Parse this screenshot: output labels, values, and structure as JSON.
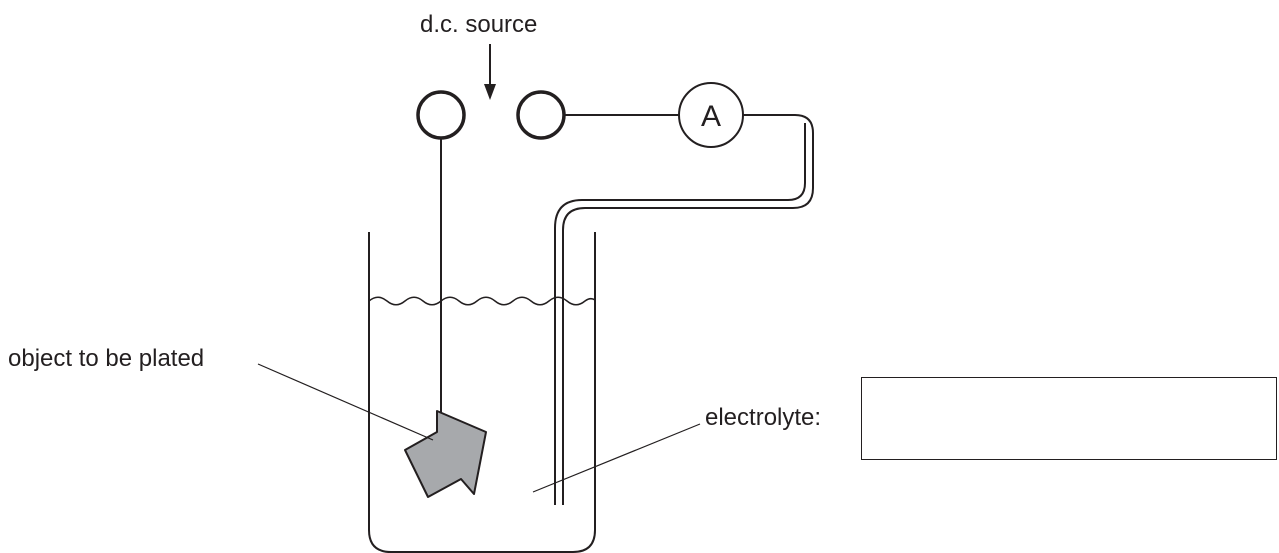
{
  "labels": {
    "dc_source": "d.c. source",
    "object": "object to be plated",
    "electrolyte": "electrolyte:",
    "ammeter": "A"
  },
  "answer_box": {
    "value": ""
  },
  "colors": {
    "ink": "#231f20",
    "object_fill": "#a7a9ac",
    "background": "#ffffff"
  }
}
